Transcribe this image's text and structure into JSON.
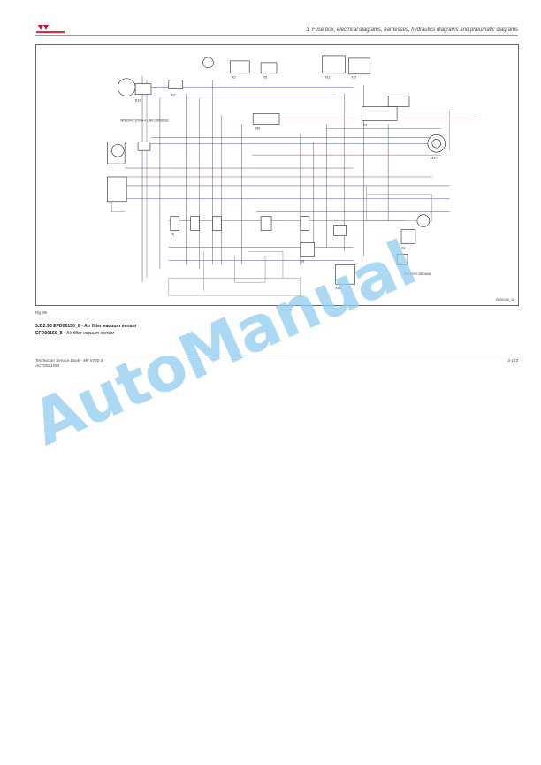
{
  "header": {
    "title": "3. Fuse box, electrical diagrams, harnesses, hydraulics diagrams and pneumatic diagrams",
    "brand_color": "#c8102e"
  },
  "diagram": {
    "id": "ED00150_16",
    "label_drive_line": "SPECIFIC DYNA-4 LINK CONSOLE",
    "label_left": "LEFT",
    "label_battery": "BATTERY GROUND",
    "connector_codes": [
      "B12",
      "B17",
      "X2",
      "X5",
      "X12",
      "X27",
      "X60",
      "F3",
      "F5",
      "K12",
      "G1",
      "M1"
    ]
  },
  "figure": {
    "label": "Fig. 96"
  },
  "section": {
    "number_title": "3.2.2.96   EFD00150_8 - Air filter vacuum sensor",
    "code": "EFD00150_8",
    "subtitle": " - Air filter vacuum sensor"
  },
  "footer": {
    "line1": "Technician Service Book - MF 6700 S",
    "line2": "ACT0021550",
    "page": "3-123"
  },
  "watermark": {
    "text": "AutoManual",
    "color": "#8fcdef"
  }
}
